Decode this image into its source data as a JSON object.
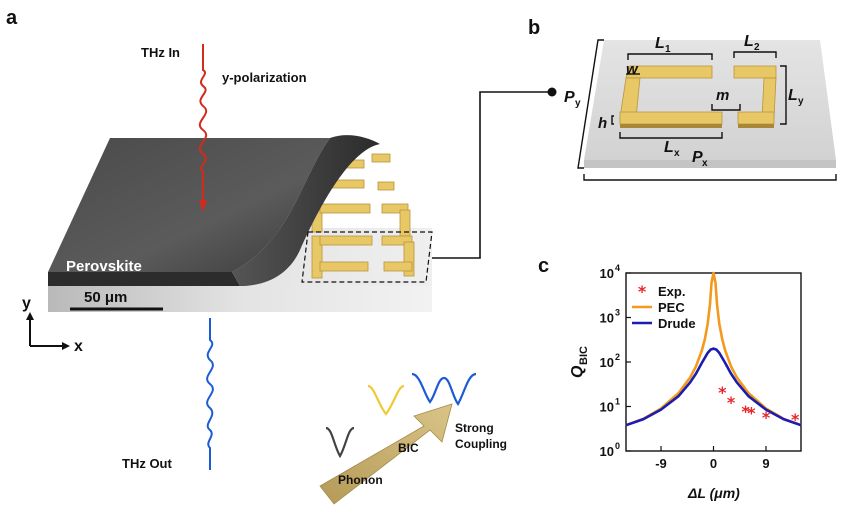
{
  "panels": {
    "a": {
      "letter": "a",
      "thz_in": "THz In",
      "polarization": "y-polarization",
      "perovskite": "Perovskite",
      "scale_bar": "50 μm",
      "axis_y": "y",
      "axis_x": "x",
      "thz_out": "THz Out",
      "phonon": "Phonon",
      "bic": "BIC",
      "strong": "Strong",
      "coupling": "Coupling"
    },
    "b": {
      "letter": "b",
      "L1": "L",
      "L1_sub": "1",
      "L2": "L",
      "L2_sub": "2",
      "w": "w",
      "m": "m",
      "Py": "P",
      "Py_sub": "y",
      "Ly": "L",
      "Ly_sub": "y",
      "h": "h",
      "Lx": "L",
      "Lx_sub": "x",
      "Px": "P",
      "Px_sub": "x"
    },
    "c": {
      "letter": "c"
    }
  },
  "colors": {
    "thz_in": "#d32b1b",
    "thz_out": "#1c5bd6",
    "gold": "#e8c766",
    "pec": "#f39a1e",
    "drude": "#1c1cb0",
    "exp": "#e8262a"
  },
  "chart_data": {
    "type": "scatter",
    "ylabel": "Q",
    "ylabel_sub": "BIC",
    "xlabel": "ΔL (μm)",
    "xlim": [
      -15,
      15
    ],
    "ylim": [
      1,
      10000
    ],
    "yscale": "log",
    "x_ticks": [
      -9,
      0,
      9
    ],
    "x_tick_labels": [
      "-9",
      "0",
      "9"
    ],
    "y_ticks": [
      1,
      10,
      100,
      1000,
      10000
    ],
    "y_tick_labels": [
      "10",
      "10",
      "10",
      "10",
      "10"
    ],
    "y_tick_sup": [
      "0",
      "1",
      "2",
      "3",
      "4"
    ],
    "legend_position": "top-left",
    "series": [
      {
        "name": "Exp.",
        "kind": "markers",
        "x": [
          1.5,
          3,
          5.5,
          6.5,
          9,
          14
        ],
        "y": [
          20,
          12,
          7.5,
          7,
          5.5,
          5
        ]
      },
      {
        "name": "PEC",
        "kind": "line",
        "x": [
          -15,
          -12,
          -9,
          -6,
          -4,
          -3,
          -2,
          -1.5,
          -1,
          -0.6,
          -0.35,
          0,
          0.35,
          0.6,
          1,
          1.5,
          2,
          3,
          4,
          6,
          9,
          12,
          15
        ],
        "y": [
          3.8,
          5.3,
          9,
          20,
          45,
          80,
          180,
          320,
          720,
          2000,
          6000,
          10000,
          6000,
          2000,
          720,
          320,
          180,
          80,
          45,
          20,
          9,
          5.3,
          3.8
        ]
      },
      {
        "name": "Drude",
        "kind": "line",
        "x": [
          -15,
          -12,
          -9,
          -6,
          -4,
          -3,
          -2,
          -1,
          -0.5,
          0,
          0.5,
          1,
          2,
          3,
          4,
          6,
          9,
          12,
          15
        ],
        "y": [
          3.8,
          5.2,
          8.5,
          17,
          35,
          55,
          95,
          160,
          190,
          200,
          190,
          160,
          95,
          55,
          35,
          17,
          8.5,
          5.2,
          3.8
        ]
      }
    ]
  }
}
